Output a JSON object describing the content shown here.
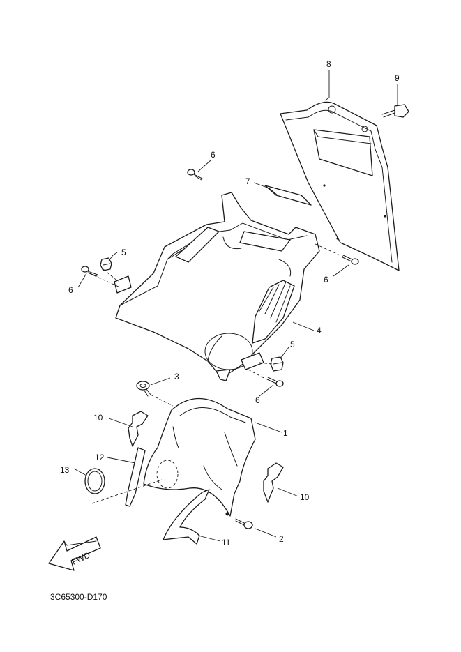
{
  "callouts": {
    "c1": "1",
    "c2": "2",
    "c3": "3",
    "c4": "4",
    "c5a": "5",
    "c5b": "5",
    "c6a": "6",
    "c6b": "6",
    "c6c": "6",
    "c6d": "6",
    "c7": "7",
    "c8": "8",
    "c9": "9",
    "c10a": "10",
    "c10b": "10",
    "c11": "11",
    "c12": "12",
    "c13": "13"
  },
  "fwd_label": "FWD",
  "diagram_code": "3C65300-D170",
  "colors": {
    "ink": "#1a1a1a",
    "paper": "#ffffff"
  }
}
